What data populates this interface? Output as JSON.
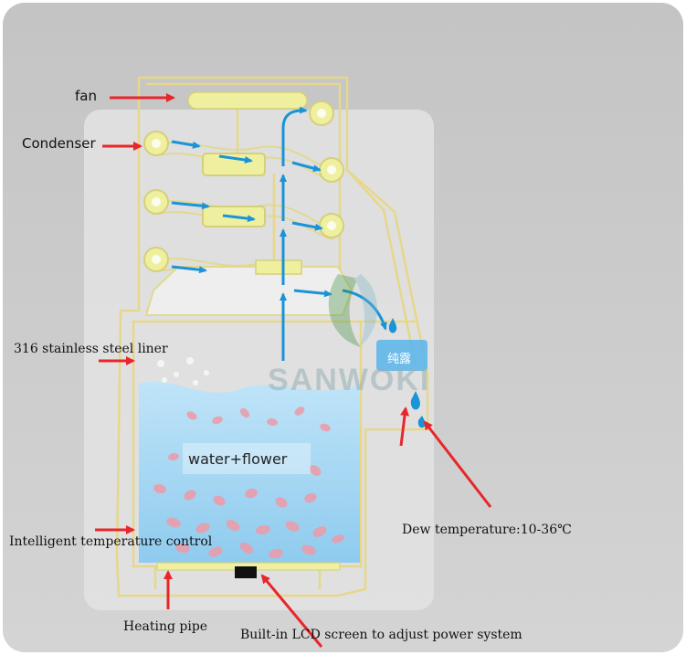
{
  "labels": {
    "fan": "fan",
    "condenser": "Condenser",
    "liner": "316 stainless steel liner",
    "control": "Intelligent temperature control",
    "heating_pipe": "Heating pipe",
    "lcd": "Built-in LCD screen to adjust power system",
    "dew": "Dew temperature:10-36℃",
    "water": "water+flower",
    "pure_dew": "纯露",
    "brand": "SANWOKI"
  },
  "colors": {
    "background": "#c9c9c9",
    "machine_line": "#e8d98c",
    "water": "#a9d9f3",
    "arrow_red": "#e8262a",
    "flow_blue": "#1a93d8",
    "coil": "#eef0a0",
    "petal": "#ee9aa8"
  }
}
